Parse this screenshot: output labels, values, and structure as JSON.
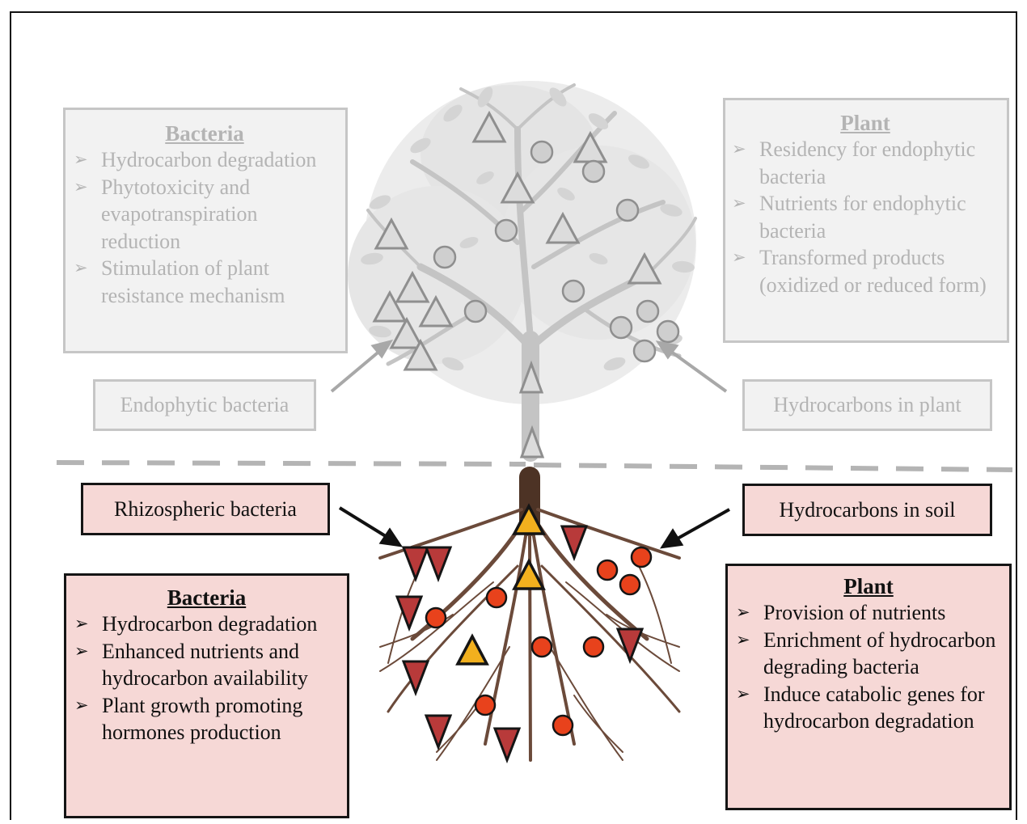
{
  "top_left_box": {
    "title": "Bacteria",
    "items": [
      "Hydrocarbon degradation",
      "Phytotoxicity and evapotranspiration reduction",
      "Stimulation of plant resistance mechanism"
    ]
  },
  "top_right_box": {
    "title": "Plant",
    "items": [
      "Residency for endophytic bacteria",
      "Nutrients for endophytic bacteria",
      "Transformed products (oxidized or reduced form)"
    ]
  },
  "bottom_left_box": {
    "title": "Bacteria",
    "items": [
      "Hydrocarbon degradation",
      "Enhanced nutrients and hydrocarbon availability",
      "Plant growth promoting hormones production"
    ]
  },
  "bottom_right_box": {
    "title": "Plant",
    "items": [
      "Provision of nutrients",
      "Enrichment of hydrocarbon degrading bacteria",
      "Induce catabolic genes for hydrocarbon degradation"
    ]
  },
  "labels": {
    "endophytic": "Endophytic bacteria",
    "hydrocarbons_plant": "Hydrocarbons in plant",
    "rhizospheric": "Rhizospheric bacteria",
    "hydrocarbons_soil": "Hydrocarbons in soil"
  },
  "colors": {
    "above_ground_gray": "#b5b5b5",
    "pink_fill": "#f6d8d6",
    "root_brown": "#5a3a2a",
    "hydrocarbon_circle": "#e8421c",
    "rhizo_triangle": "#b83a3a",
    "endophyte_triangle": "#f2b01e"
  }
}
